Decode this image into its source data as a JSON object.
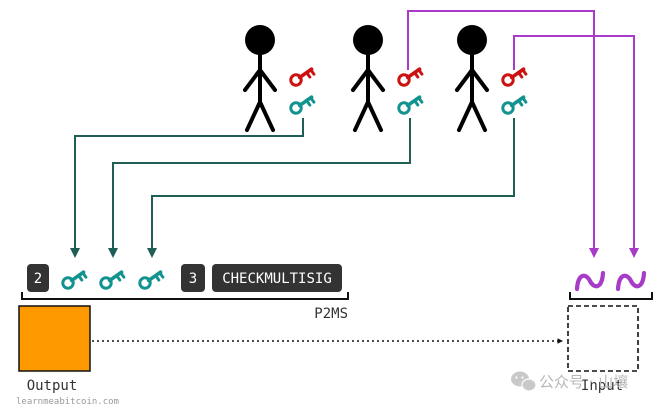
{
  "ops": {
    "m": "2",
    "n": "3",
    "checkmultisig": "CHECKMULTISIG"
  },
  "labels": {
    "script_type": "P2MS",
    "output": "Output",
    "input": "Input"
  },
  "footer": {
    "site": "learnmeabitcoin.com",
    "watermark": "公众号 · 山壤"
  },
  "colors": {
    "private_key": "#cc1111",
    "public_key": "#13938f",
    "pubkey_arrow": "#1e5e55",
    "signature": "#a83cc8",
    "output_box": "#ff9900",
    "op_box": "#333333"
  },
  "icons": {
    "person": "stick-figure-icon",
    "private_key": "key-icon",
    "public_key": "key-icon",
    "signature": "signature-wave-icon",
    "watermark": "wechat-icon"
  }
}
